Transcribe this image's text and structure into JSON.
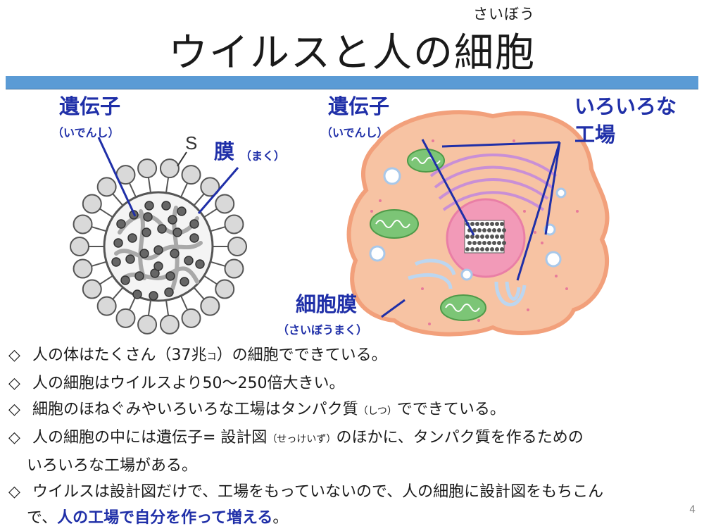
{
  "header": {
    "ruby": "さいぼう",
    "title": "ウイルスと人の細胞"
  },
  "virus": {
    "gene_label": "遺伝子",
    "gene_reading": "（いでんし）",
    "membrane_label": "膜",
    "membrane_reading": "（まく）",
    "spike_label": "S"
  },
  "cell": {
    "gene_label": "遺伝子",
    "gene_reading": "（いでんし）",
    "factory_label_1": "いろいろな",
    "factory_label_2": "工場",
    "membrane_label": "細胞膜",
    "membrane_reading": "（さいぼうまく）"
  },
  "bullets": {
    "mark": "◇",
    "b1_a": "人の体はたくさん（37兆",
    "b1_small": "コ",
    "b1_b": "）の細胞でできている。",
    "b2": "人の細胞はウイルスより50〜250倍大きい。",
    "b3_a": "細胞のほねぐみやいろいろな工場はタンパク質",
    "b3_small": "（しつ）",
    "b3_b": "でできている。",
    "b4_a": "人の細胞の中には遺伝子= 設計図",
    "b4_small": "（せっけいず）",
    "b4_b": "のほかに、タンパク質を作るための",
    "b4_c": "いろいろな工場がある。",
    "b5_a": "ウイルスは設計図だけで、工場をもっていないので、人の細胞に設計図をもちこん",
    "b5_b": "で、",
    "b5_em": "人の工場で自分を作って増える",
    "b5_end": "。"
  },
  "page_number": "4",
  "colors": {
    "accent_bar": "#5b9bd5",
    "label_blue": "#1f2fa8",
    "cell_fill": "#f7c3a3",
    "cell_edge": "#f2a07b",
    "nucleus": "#f29ab8",
    "mitochondria": "#7cc576",
    "golgi": "#c98fd6"
  }
}
